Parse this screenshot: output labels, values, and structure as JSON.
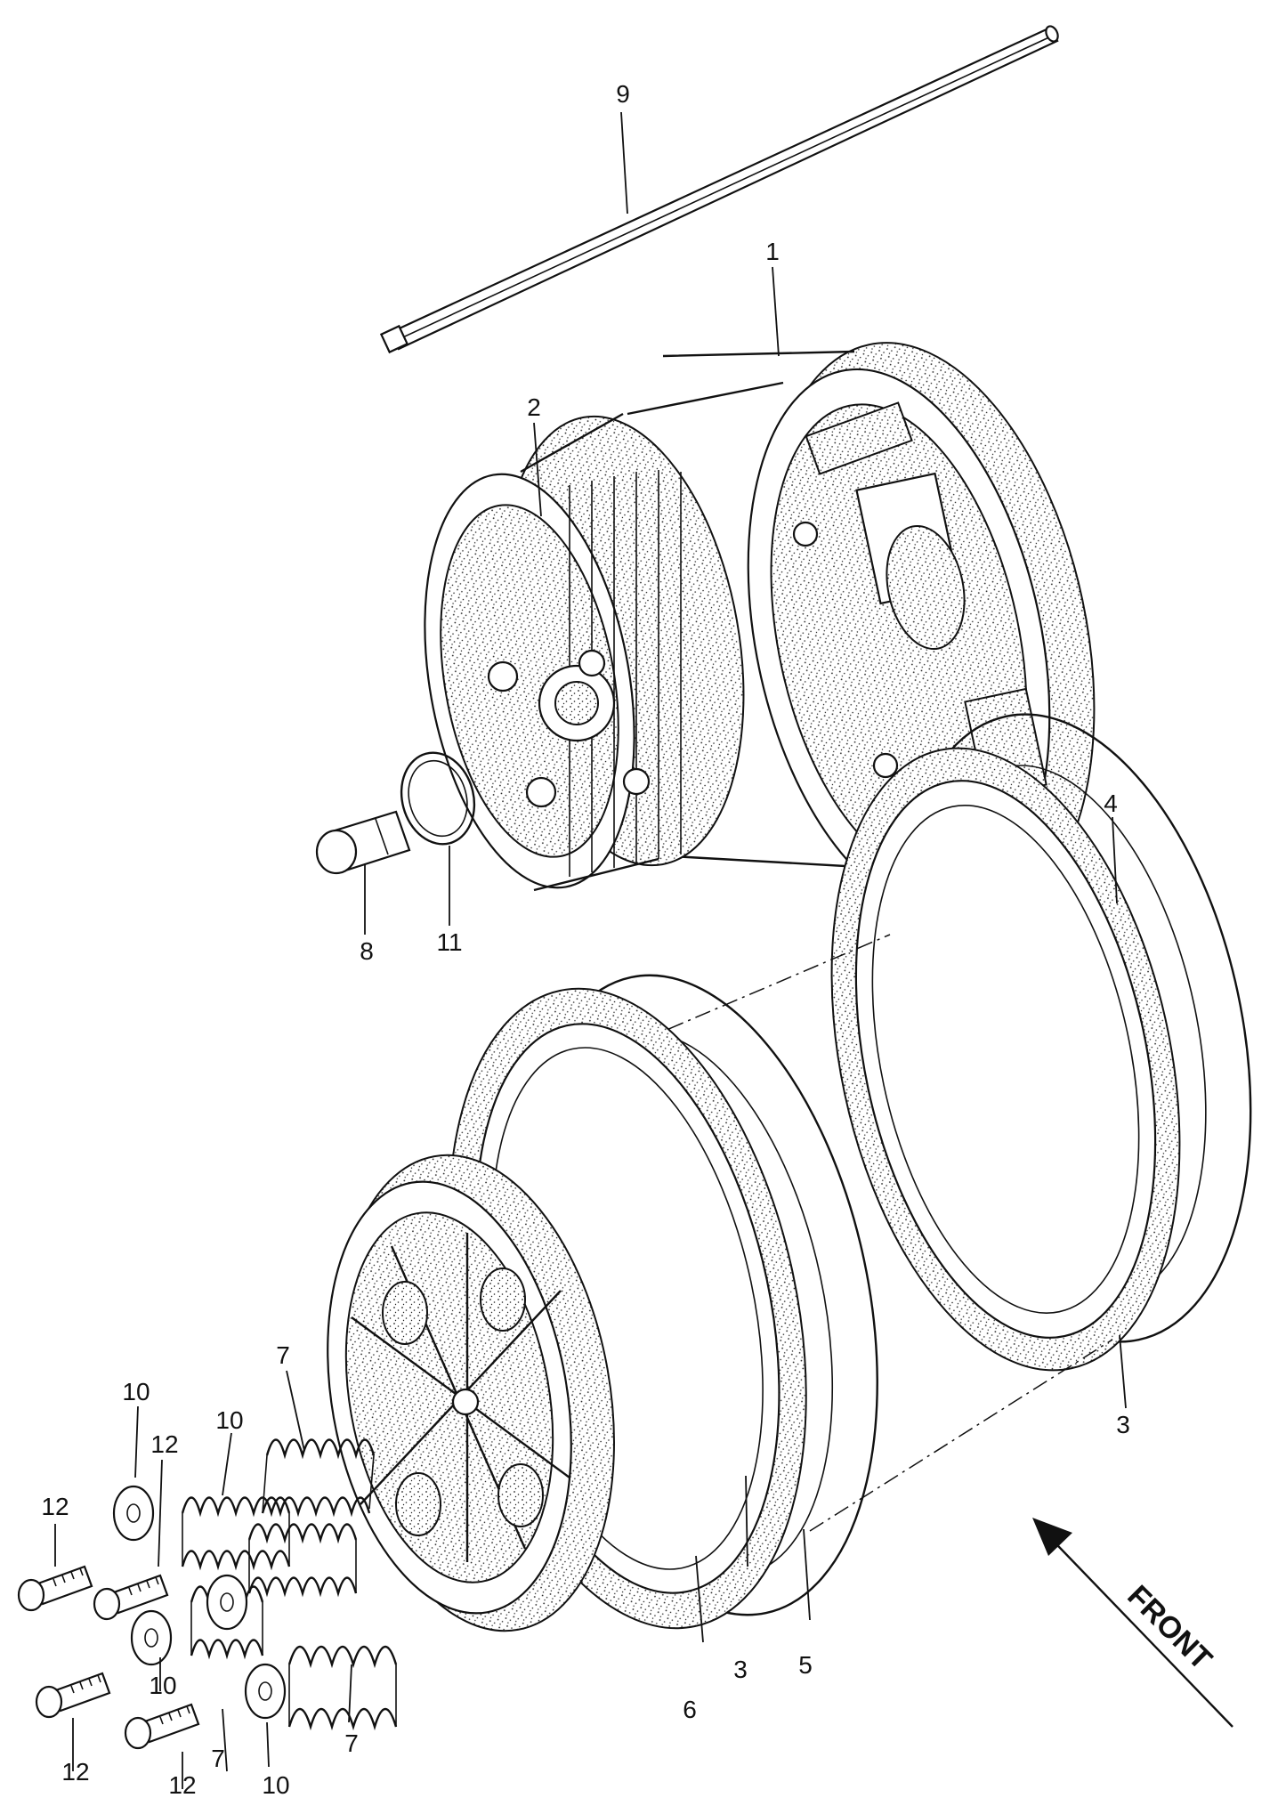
{
  "diagram": {
    "front_label": "FRONT",
    "callouts": {
      "c1": "1",
      "c2": "2",
      "c3a": "3",
      "c3b": "3",
      "c4": "4",
      "c5": "5",
      "c6": "6",
      "c7a": "7",
      "c7b": "7",
      "c7c": "7",
      "c8": "8",
      "c9": "9",
      "c10a": "10",
      "c10b": "10",
      "c10c": "10",
      "c10d": "10",
      "c11": "11",
      "c12a": "12",
      "c12b": "12",
      "c12c": "12",
      "c12d": "12"
    }
  }
}
